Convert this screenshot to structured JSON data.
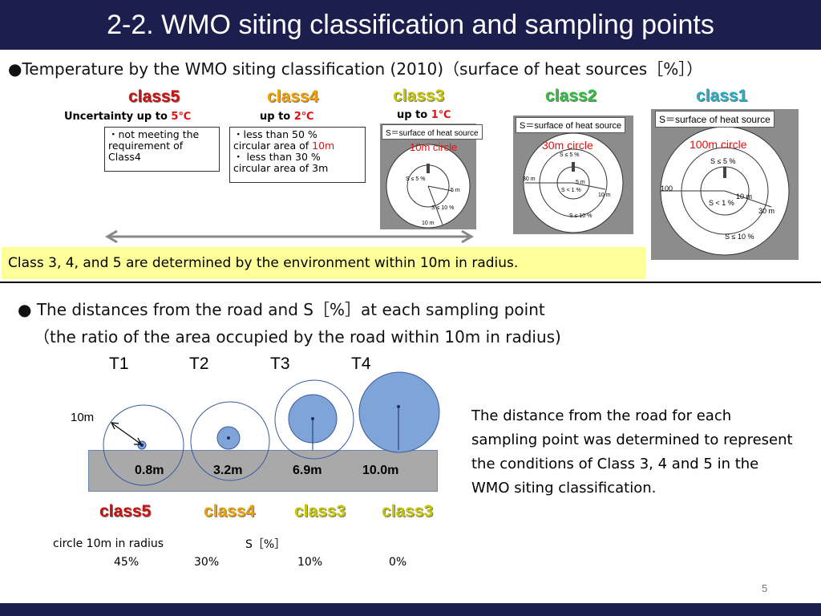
{
  "title": "2-2. WMO siting classification and sampling points",
  "section1": {
    "bullet": "●",
    "heading": "Temperature by the WMO siting classification (2010)（surface of heat sources［%］）",
    "classes": [
      {
        "label": "class5",
        "color": "#cc1010",
        "uncertainty_prefix": "Uncertainty up to ",
        "uncertainty_value": "5℃",
        "box_lines": [
          "・not meeting the",
          "requirement of",
          "Class4"
        ]
      },
      {
        "label": "class4",
        "color": "#f2a200",
        "uncertainty_prefix": "up to ",
        "uncertainty_value": "2℃",
        "box_line1": "・less than 50 %",
        "box_line2_prefix": "circular area of ",
        "box_line2_value": "10m",
        "box_line3": "・ less than 30 %",
        "box_line4": "circular area of 3m"
      },
      {
        "label": "class3",
        "color": "#c8c800",
        "uncertainty_prefix": "up to ",
        "uncertainty_value": "1℃",
        "s_label": "S＝surface of heat source",
        "circle_label": "10m circle",
        "labels": [
          "S ≤ 5 %",
          "5 m",
          "S ≤ 10 %",
          "10 m"
        ]
      },
      {
        "label": "class2",
        "color": "#33c040",
        "s_label": "S＝surface of heat source",
        "circle_label": "30m circle",
        "labels": [
          "S ≤ 5 %",
          "30 m",
          "5 m",
          "S < 1 %",
          "10 m",
          "S ≤ 10 %"
        ]
      },
      {
        "label": "class1",
        "color": "#22b0c8",
        "s_label": "S＝surface of heat source",
        "circle_label": "100m circle",
        "labels": [
          "S ≤ 5 %",
          "100",
          "S < 1 %",
          "10 m",
          "30 m",
          "S ≤ 10 %"
        ]
      }
    ],
    "summary": "Class 3, 4, and 5 are determined by the environment within 10m in radius."
  },
  "section2": {
    "bullet": "●",
    "heading_line1": "The distances from the road and  S［%］at each sampling point",
    "heading_line2": "（the ratio of the area occupied by the road within 10m in radius)",
    "points": [
      {
        "name": "T1",
        "distance": "0.8m",
        "class": "class5",
        "s_percent": "45%"
      },
      {
        "name": "T2",
        "distance": "3.2m",
        "class": "class4",
        "s_percent": "30%"
      },
      {
        "name": "T3",
        "distance": "6.9m",
        "class": "class3",
        "s_percent": "10%"
      },
      {
        "name": "T4",
        "distance": "10.0m",
        "class": "class3",
        "s_percent": "0%"
      }
    ],
    "radius_label": "10m",
    "circle_caption": "circle 10m in radius",
    "s_caption": "S［%］",
    "note": "The distance from the road for each sampling point was determined to represent  the conditions of Class 3, 4 and 5 in the WMO siting classification."
  },
  "page_number": "5"
}
